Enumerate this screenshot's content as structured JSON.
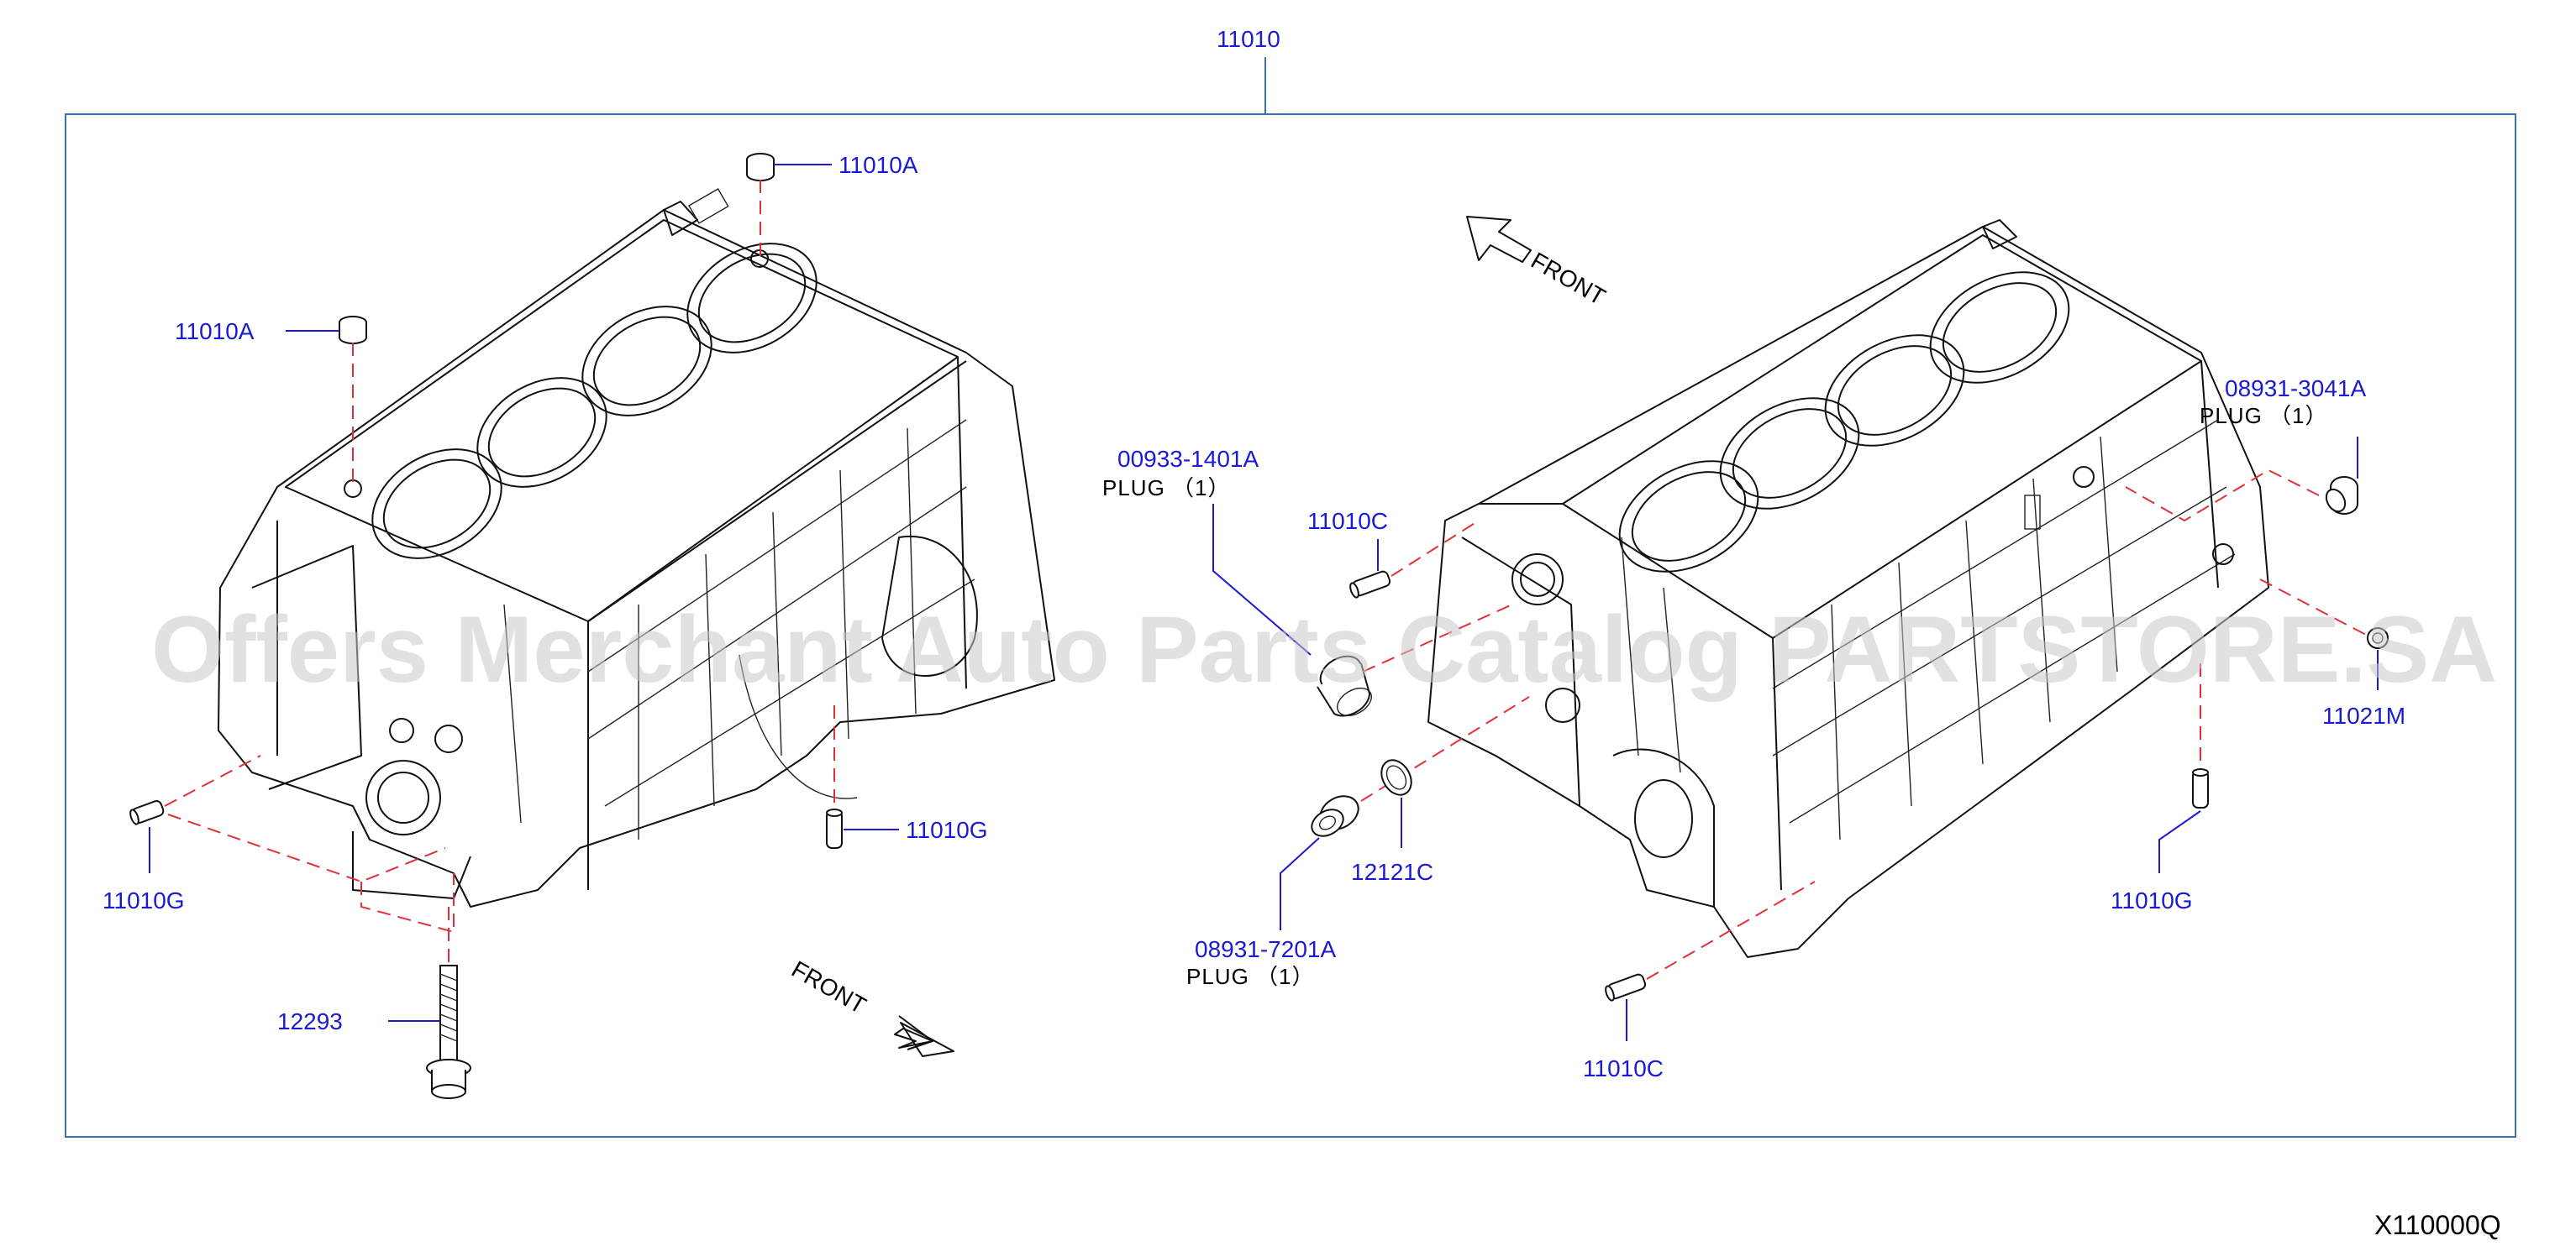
{
  "diagram": {
    "assembly_callout": "11010",
    "watermark": "Offers Merchant Auto Parts Catalog PARTSTORE.SA",
    "reference_code": "X110000Q",
    "front_labels": [
      "FRONT",
      "FRONT"
    ],
    "callouts": {
      "plug_cap_top": "11010A",
      "plug_cap_left": "11010A",
      "dowel_left": "11010G",
      "dowel_center": "11010G",
      "bolt": "12293",
      "plug_00933": "00933-1401A",
      "plug_00933_note": "PLUG （1）",
      "dowel_c_upper": "11010C",
      "plug_08931_7201": "08931-7201A",
      "plug_08931_7201_note": "PLUG （1）",
      "washer": "12121C",
      "dowel_c_lower": "11010C",
      "plug_08931_3041": "08931-3041A",
      "plug_08931_3041_note": "PLUG （1）",
      "sensor_plug": "11021M",
      "dowel_right": "11010G"
    },
    "colors": {
      "callout_text": "#1a1ad6",
      "leader_line": "#1a1ad6",
      "dashed_line": "#e0303a",
      "frame": "#3b6fb6",
      "watermark": "#c9c9c9"
    }
  }
}
